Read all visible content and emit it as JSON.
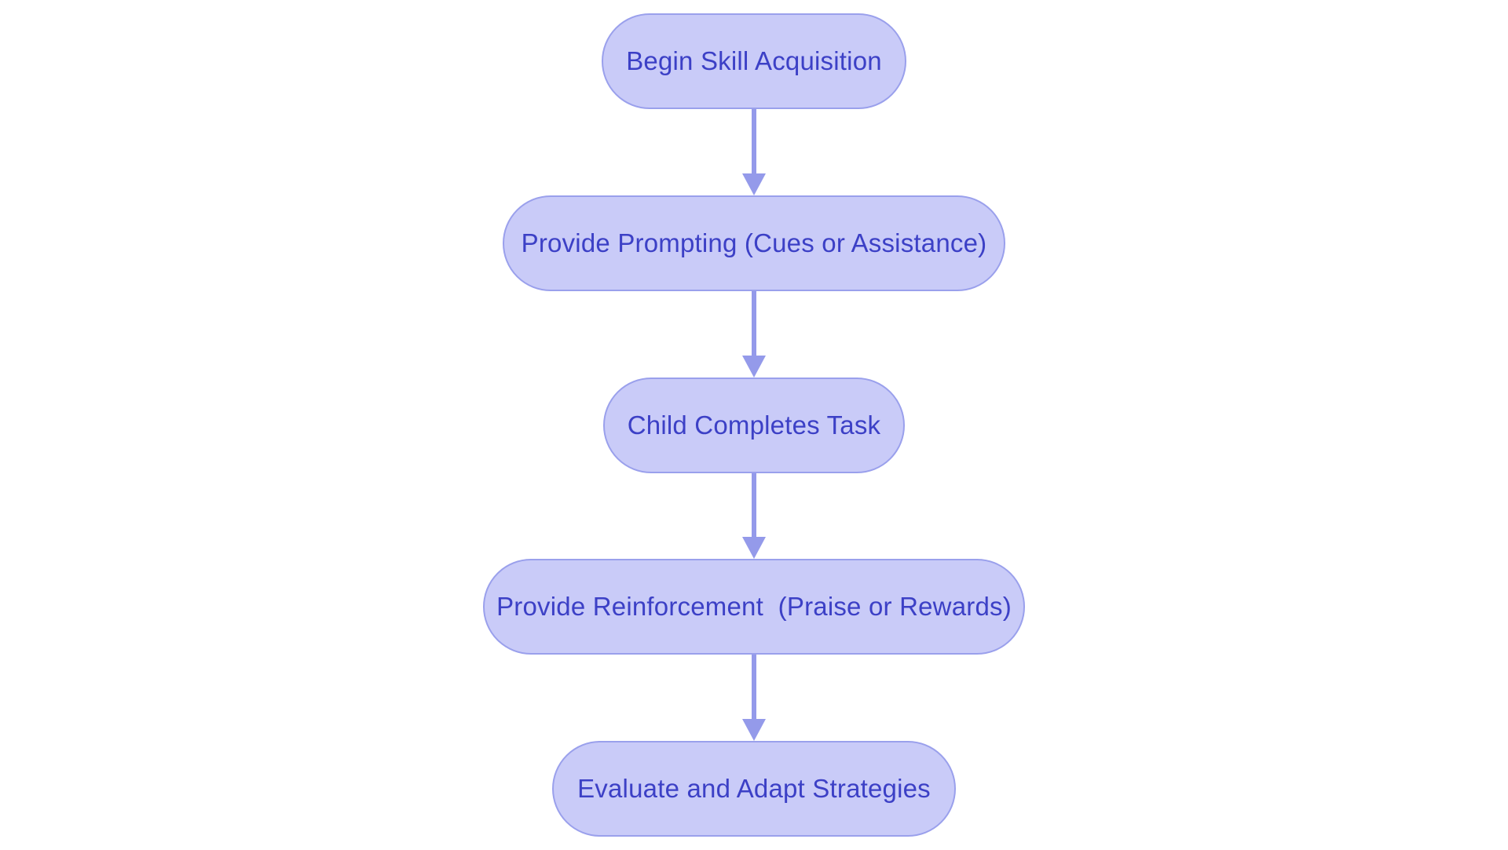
{
  "flow": {
    "type": "flowchart",
    "direction": "top-down",
    "nodes": [
      {
        "id": "start",
        "label": "Begin Skill Acquisition"
      },
      {
        "id": "prompting",
        "label": "Provide Prompting (Cues or Assistance)"
      },
      {
        "id": "task",
        "label": "Child Completes Task"
      },
      {
        "id": "reinforcement",
        "label": "Provide Reinforcement  (Praise or Rewards)"
      },
      {
        "id": "evaluate",
        "label": "Evaluate and Adapt Strategies"
      }
    ],
    "edges": [
      {
        "from": "start",
        "to": "prompting"
      },
      {
        "from": "prompting",
        "to": "task"
      },
      {
        "from": "task",
        "to": "reinforcement"
      },
      {
        "from": "reinforcement",
        "to": "evaluate"
      }
    ],
    "colors": {
      "background": "#ffffff",
      "node_fill": "#c9cbf8",
      "node_border": "#9aa0ec",
      "node_text": "#3c40c6",
      "arrow": "#949aea"
    }
  }
}
